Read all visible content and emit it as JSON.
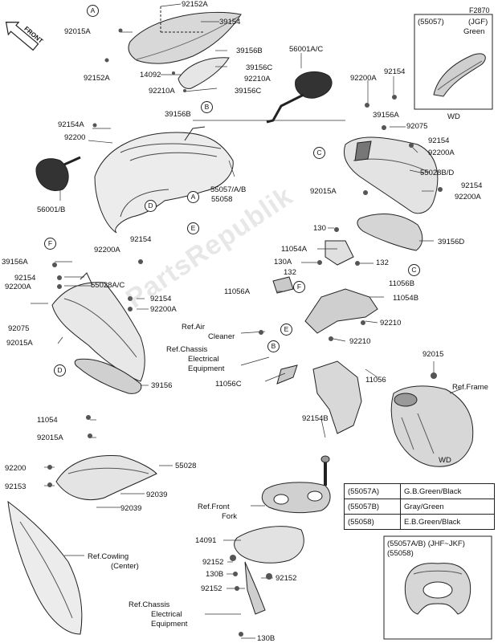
{
  "figure_id": "F2870",
  "watermark": "PartsRepublik",
  "front_badge": "FRONT",
  "inset_jgf": {
    "code": "(55057)",
    "variant": "(JGF)",
    "color": "Green",
    "note": "WD"
  },
  "inset_frame_note": "WD",
  "inset_jhf": {
    "codes": "(55057A/B) (JHF~JKF)",
    "codes2": "(55058)"
  },
  "color_table": [
    {
      "code": "(55057A)",
      "color": "G.B.Green/Black"
    },
    {
      "code": "(55057B)",
      "color": "Gray/Green"
    },
    {
      "code": "(55058)",
      "color": "E.B.Green/Black"
    }
  ],
  "callouts": {
    "A1": "A",
    "B1": "B",
    "C1": "C",
    "A2": "A",
    "D1": "D",
    "E1": "E",
    "F1": "F",
    "D2": "D",
    "C2": "C",
    "F2": "F",
    "E2": "E",
    "B2": "B"
  },
  "labels": {
    "p92152A_top": "92152A",
    "p39154": "39154",
    "p92015A_1": "92015A",
    "p92152A_left": "92152A",
    "p39156B_top": "39156B",
    "p39156C_1": "39156C",
    "p14092": "14092",
    "p92210A_1": "92210A",
    "p92210A_2": "92210A",
    "p39156C_2": "39156C",
    "p39156B_bot": "39156B",
    "p56001AC": "56001A/C",
    "p92154_r1": "92154",
    "p92200A_r1": "92200A",
    "p39156A_r": "39156A",
    "p92075_r": "92075",
    "p92154_r2": "92154",
    "p92200A_r2": "92200A",
    "p55028BD": "55028B/D",
    "p92154_r3": "92154",
    "p92200A_r3": "92200A",
    "p92015A_mid": "92015A",
    "p92154A": "92154A",
    "p92200_l": "92200",
    "p55057AB": "55057/A/B",
    "p55058": "55058",
    "p56001B": "56001/B",
    "p130_a": "130",
    "p39156D": "39156D",
    "p11054A": "11054A",
    "p130A": "130A",
    "p132_l": "132",
    "p132_r": "132",
    "p11056A": "11056A",
    "p11056B": "11056B",
    "p11054B": "11054B",
    "p92210_1": "92210",
    "p92210_2": "92210",
    "p92200A_l1": "92200A",
    "p92154_l1": "92154",
    "p39156A_l": "39156A",
    "p92154_l2": "92154",
    "p92200A_l2": "92200A",
    "p55028AC": "55028A/C",
    "p92154_l3": "92154",
    "p92200A_l3": "92200A",
    "p92075_l": "92075",
    "p92015A_l": "92015A",
    "p39156_l": "39156",
    "p11056C": "11056C",
    "p11056": "11056",
    "p92015": "92015",
    "p92154B": "92154B",
    "p11054": "11054",
    "p92015A_low": "92015A",
    "p92200_low": "92200",
    "p92153": "92153",
    "p55028": "55028",
    "p92039_r": "92039",
    "p92039_b": "92039",
    "p14091": "14091",
    "p92152_l": "92152",
    "p130B_1": "130B",
    "p92152_r": "92152",
    "p92152_b": "92152",
    "p130B_2": "130B"
  },
  "refs": {
    "air_cleaner_1": "Ref.Air",
    "air_cleaner_2": "Cleaner",
    "chassis_1a": "Ref.Chassis",
    "chassis_1b": "Electrical",
    "chassis_1c": "Equipment",
    "frame": "Ref.Frame",
    "front_fork_1": "Ref.Front",
    "front_fork_2": "Fork",
    "cowling_1": "Ref.Cowling",
    "cowling_2": "(Center)",
    "chassis_2a": "Ref.Chassis",
    "chassis_2b": "Electrical",
    "chassis_2c": "Equipment"
  }
}
